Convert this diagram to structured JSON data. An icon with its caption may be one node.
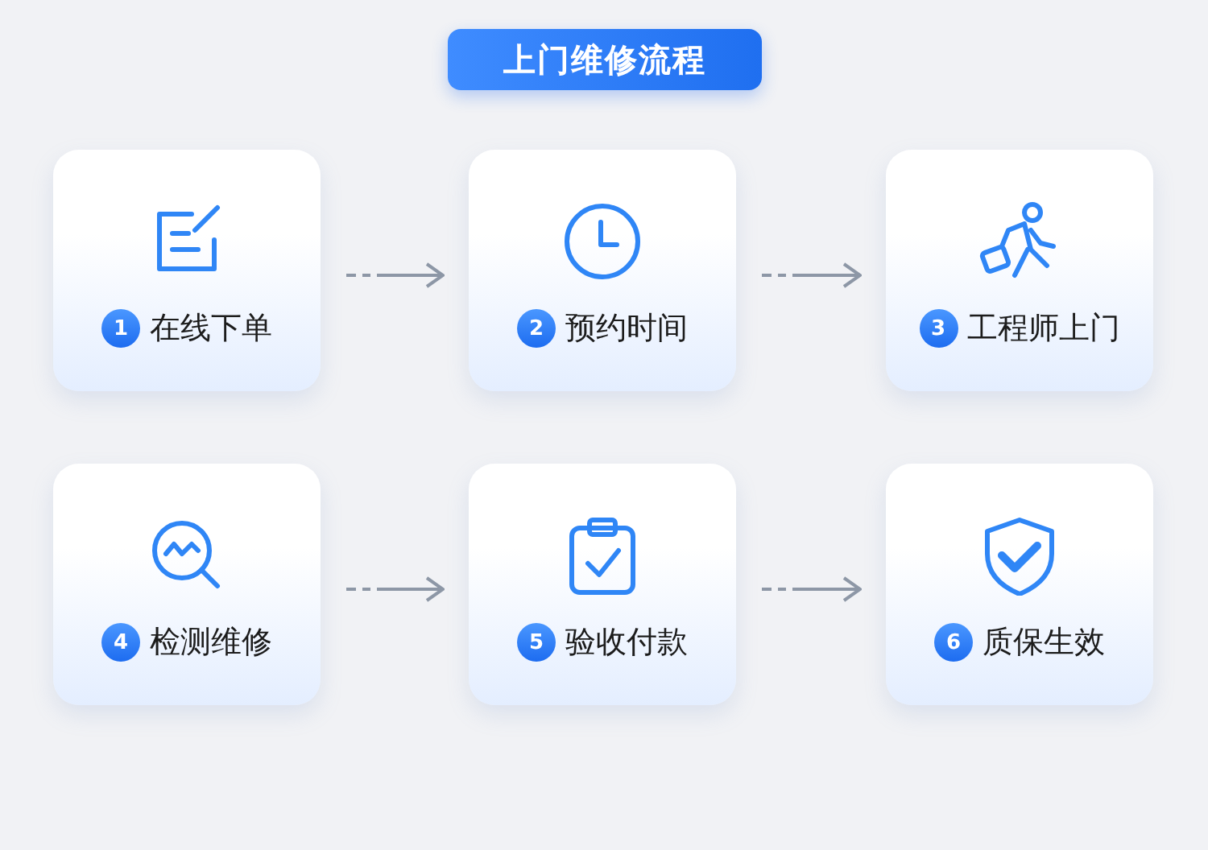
{
  "diagram": {
    "title": "上门维修流程",
    "nodes": [
      {
        "text": [
          "1",
          "在线下单"
        ]
      },
      {
        "text": [
          "2",
          "预约时间"
        ]
      },
      {
        "text": [
          "3",
          "工程师上门"
        ]
      },
      {
        "text": [
          "4",
          "检测维修"
        ]
      },
      {
        "text": [
          "5",
          "验收付款"
        ]
      },
      {
        "text": [
          "6",
          "质保生效"
        ]
      }
    ],
    "edges": [
      {
        "from": 0,
        "to": 1,
        "arrow": "to"
      },
      {
        "from": 1,
        "to": 2,
        "arrow": "to"
      },
      {
        "from": 3,
        "to": 4,
        "arrow": "to"
      },
      {
        "from": 4,
        "to": 5,
        "arrow": "to"
      }
    ]
  }
}
